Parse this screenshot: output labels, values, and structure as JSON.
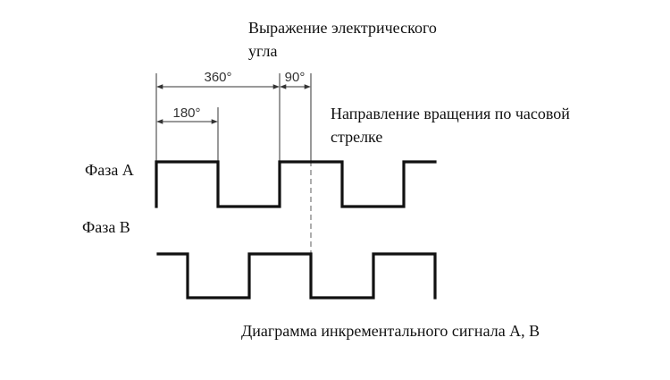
{
  "labels": {
    "angle_expression_line1": "Выражение электрического",
    "angle_expression_line2": "угла",
    "rotation_line1": "Направление вращения по часовой",
    "rotation_line2": "стрелке",
    "phase_a": "Фаза A",
    "phase_b": "Фаза B",
    "caption": "Диаграмма инкрементального сигнала A, B"
  },
  "dimensions": {
    "d360": "360°",
    "d180": "180°",
    "d90": "90°"
  }
}
